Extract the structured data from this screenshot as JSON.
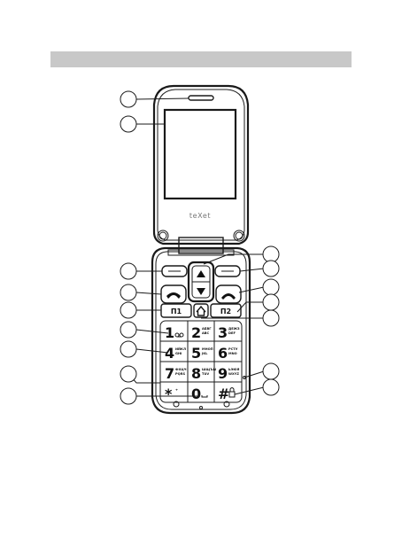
{
  "header": {
    "bar_color": "#c8c8c8",
    "title": ""
  },
  "phone": {
    "brand": "teXet",
    "function_keys": {
      "left": "П1",
      "right": "П2"
    },
    "keypad": [
      {
        "digit": "1",
        "sub": ""
      },
      {
        "digit": "2",
        "sub": "АБВГ ABC"
      },
      {
        "digit": "3",
        "sub": "ДЕЖЗ DEF"
      },
      {
        "digit": "4",
        "sub": "ИЙКЛ GHI"
      },
      {
        "digit": "5",
        "sub": "МНОП JKL"
      },
      {
        "digit": "6",
        "sub": "РСТУ MNO"
      },
      {
        "digit": "7",
        "sub": "ФХЦЧ PQRS"
      },
      {
        "digit": "8",
        "sub": "ШЩЪЫ TUV"
      },
      {
        "digit": "9",
        "sub": "ЬЭЮЯ WXYZ"
      },
      {
        "digit": "*",
        "sub": "+"
      },
      {
        "digit": "0",
        "sub": ""
      },
      {
        "digit": "#",
        "sub": ""
      }
    ]
  },
  "icons": [
    "voicemail-icon",
    "call-icon",
    "end-call-icon",
    "home-icon",
    "up-arrow-icon",
    "down-arrow-icon",
    "lock-icon",
    "space-icon"
  ]
}
